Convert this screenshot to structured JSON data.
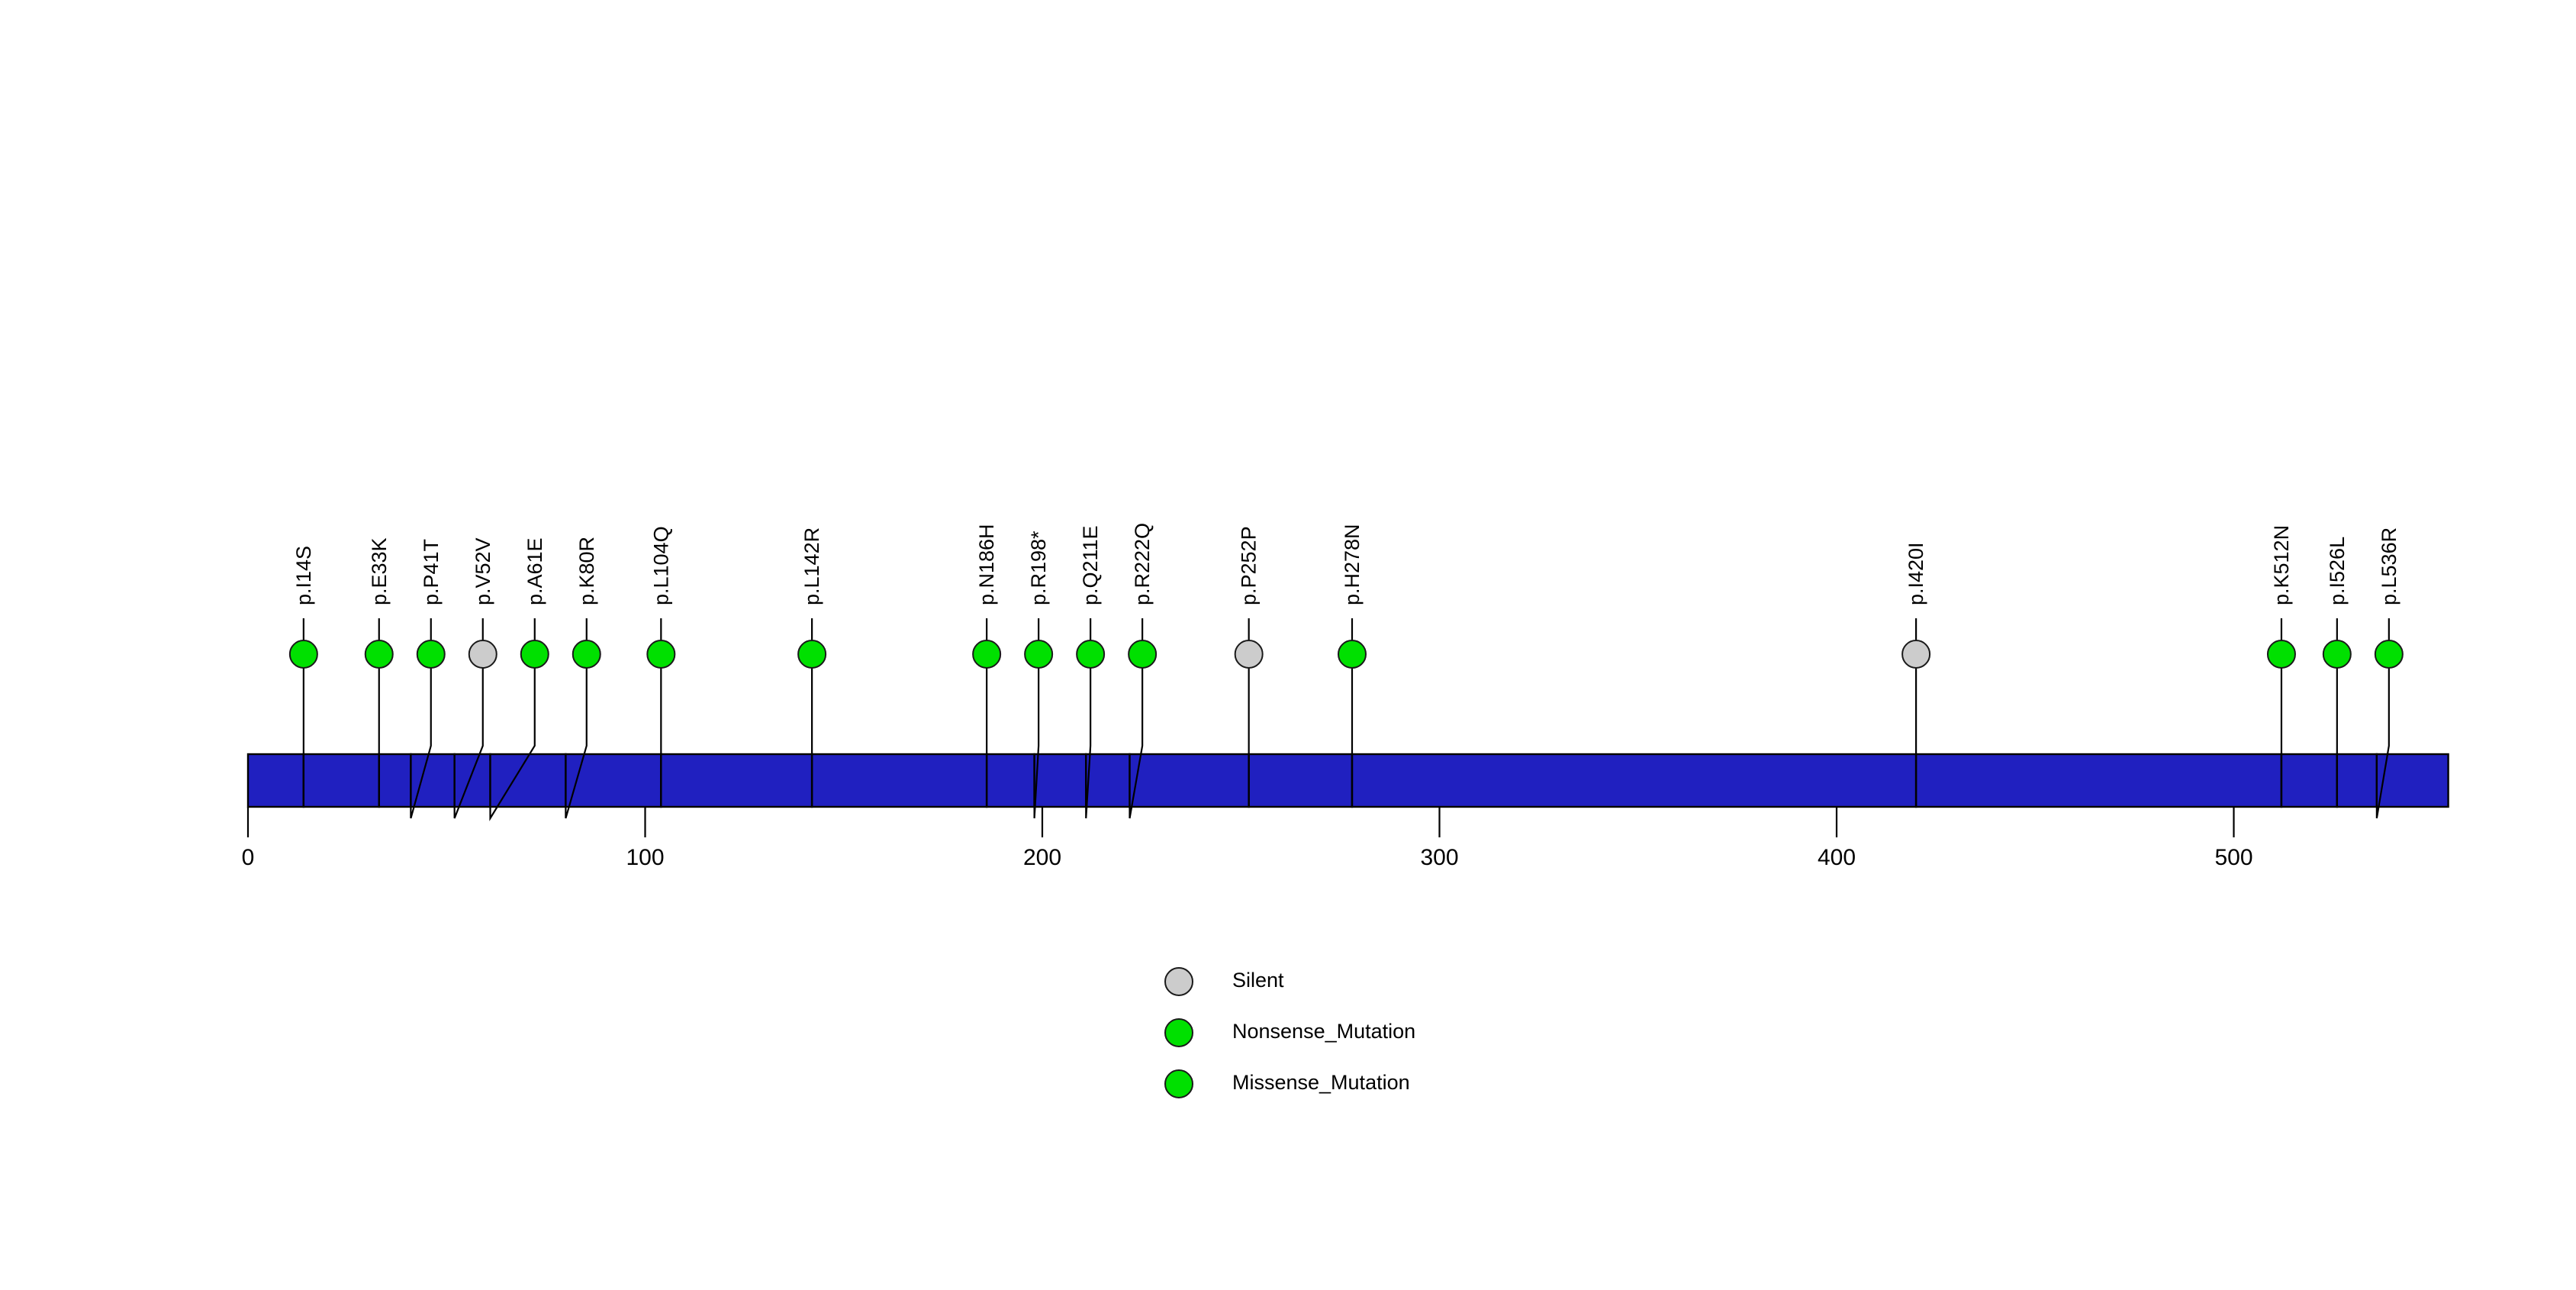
{
  "chart_data": {
    "type": "lollipop",
    "title": "",
    "xlabel": "",
    "ylabel": "",
    "xlim": [
      0,
      554
    ],
    "axis_ticks": [
      0,
      100,
      200,
      300,
      400,
      500
    ],
    "protein_length": 554,
    "grid": false,
    "legend_position": "bottom-center",
    "categories": [
      "Silent",
      "Nonsense_Mutation",
      "Missense_Mutation"
    ],
    "colors": {
      "protein_bar": "#2020C0",
      "silent": "#CCCCCC",
      "nonsense": "#00E000",
      "missense": "#00E000",
      "stem": "#000000",
      "outline": "#1A1A1A",
      "background": "#FFFFFF"
    },
    "lollipops": [
      {
        "label": "p.I14S",
        "position": 14,
        "type": "Missense_Mutation",
        "color": "#00E000",
        "count": 1
      },
      {
        "label": "p.E33K",
        "position": 33,
        "type": "Missense_Mutation",
        "color": "#00E000",
        "count": 1
      },
      {
        "label": "p.P41T",
        "position": 41,
        "type": "Missense_Mutation",
        "color": "#00E000",
        "count": 1
      },
      {
        "label": "p.V52V",
        "position": 52,
        "type": "Silent",
        "color": "#CCCCCC",
        "count": 1
      },
      {
        "label": "p.A61E",
        "position": 61,
        "type": "Missense_Mutation",
        "color": "#00E000",
        "count": 1
      },
      {
        "label": "p.K80R",
        "position": 80,
        "type": "Missense_Mutation",
        "color": "#00E000",
        "count": 1
      },
      {
        "label": "p.L104Q",
        "position": 104,
        "type": "Missense_Mutation",
        "color": "#00E000",
        "count": 1
      },
      {
        "label": "p.L142R",
        "position": 142,
        "type": "Missense_Mutation",
        "color": "#00E000",
        "count": 1
      },
      {
        "label": "p.N186H",
        "position": 186,
        "type": "Missense_Mutation",
        "color": "#00E000",
        "count": 1
      },
      {
        "label": "p.R198*",
        "position": 198,
        "type": "Nonsense_Mutation",
        "color": "#00E000",
        "count": 1
      },
      {
        "label": "p.Q211E",
        "position": 211,
        "type": "Missense_Mutation",
        "color": "#00E000",
        "count": 1
      },
      {
        "label": "p.R222Q",
        "position": 222,
        "type": "Missense_Mutation",
        "color": "#00E000",
        "count": 1
      },
      {
        "label": "p.P252P",
        "position": 252,
        "type": "Silent",
        "color": "#CCCCCC",
        "count": 1
      },
      {
        "label": "p.H278N",
        "position": 278,
        "type": "Missense_Mutation",
        "color": "#00E000",
        "count": 1
      },
      {
        "label": "p.I420I",
        "position": 420,
        "type": "Silent",
        "color": "#CCCCCC",
        "count": 1
      },
      {
        "label": "p.K512N",
        "position": 512,
        "type": "Missense_Mutation",
        "color": "#00E000",
        "count": 1
      },
      {
        "label": "p.I526L",
        "position": 526,
        "type": "Missense_Mutation",
        "color": "#00E000",
        "count": 1
      },
      {
        "label": "p.L536R",
        "position": 536,
        "type": "Missense_Mutation",
        "color": "#00E000",
        "count": 1
      }
    ],
    "domains": [
      {
        "start": 0,
        "end": 14,
        "color": "#2020C0"
      },
      {
        "start": 14,
        "end": 33,
        "color": "#2020C0"
      },
      {
        "start": 33,
        "end": 41,
        "color": "#2020C0"
      },
      {
        "start": 41,
        "end": 52,
        "color": "#2020C0"
      },
      {
        "start": 52,
        "end": 61,
        "color": "#2020C0"
      },
      {
        "start": 61,
        "end": 80,
        "color": "#2020C0"
      },
      {
        "start": 80,
        "end": 104,
        "color": "#2020C0"
      },
      {
        "start": 104,
        "end": 142,
        "color": "#2020C0"
      },
      {
        "start": 142,
        "end": 186,
        "color": "#2020C0"
      },
      {
        "start": 186,
        "end": 198,
        "color": "#2020C0"
      },
      {
        "start": 198,
        "end": 211,
        "color": "#2020C0"
      },
      {
        "start": 211,
        "end": 222,
        "color": "#2020C0"
      },
      {
        "start": 222,
        "end": 252,
        "color": "#2020C0"
      },
      {
        "start": 252,
        "end": 278,
        "color": "#2020C0"
      },
      {
        "start": 278,
        "end": 420,
        "color": "#2020C0"
      },
      {
        "start": 420,
        "end": 512,
        "color": "#2020C0"
      },
      {
        "start": 512,
        "end": 526,
        "color": "#2020C0"
      },
      {
        "start": 526,
        "end": 536,
        "color": "#2020C0"
      },
      {
        "start": 536,
        "end": 554,
        "color": "#2020C0"
      }
    ]
  },
  "axis": {
    "tick_labels": [
      "0",
      "100",
      "200",
      "300",
      "400",
      "500"
    ]
  },
  "legend": {
    "items": [
      {
        "label": "Silent",
        "color": "#CCCCCC"
      },
      {
        "label": "Nonsense_Mutation",
        "color": "#00E000"
      },
      {
        "label": "Missense_Mutation",
        "color": "#00E000"
      }
    ]
  }
}
